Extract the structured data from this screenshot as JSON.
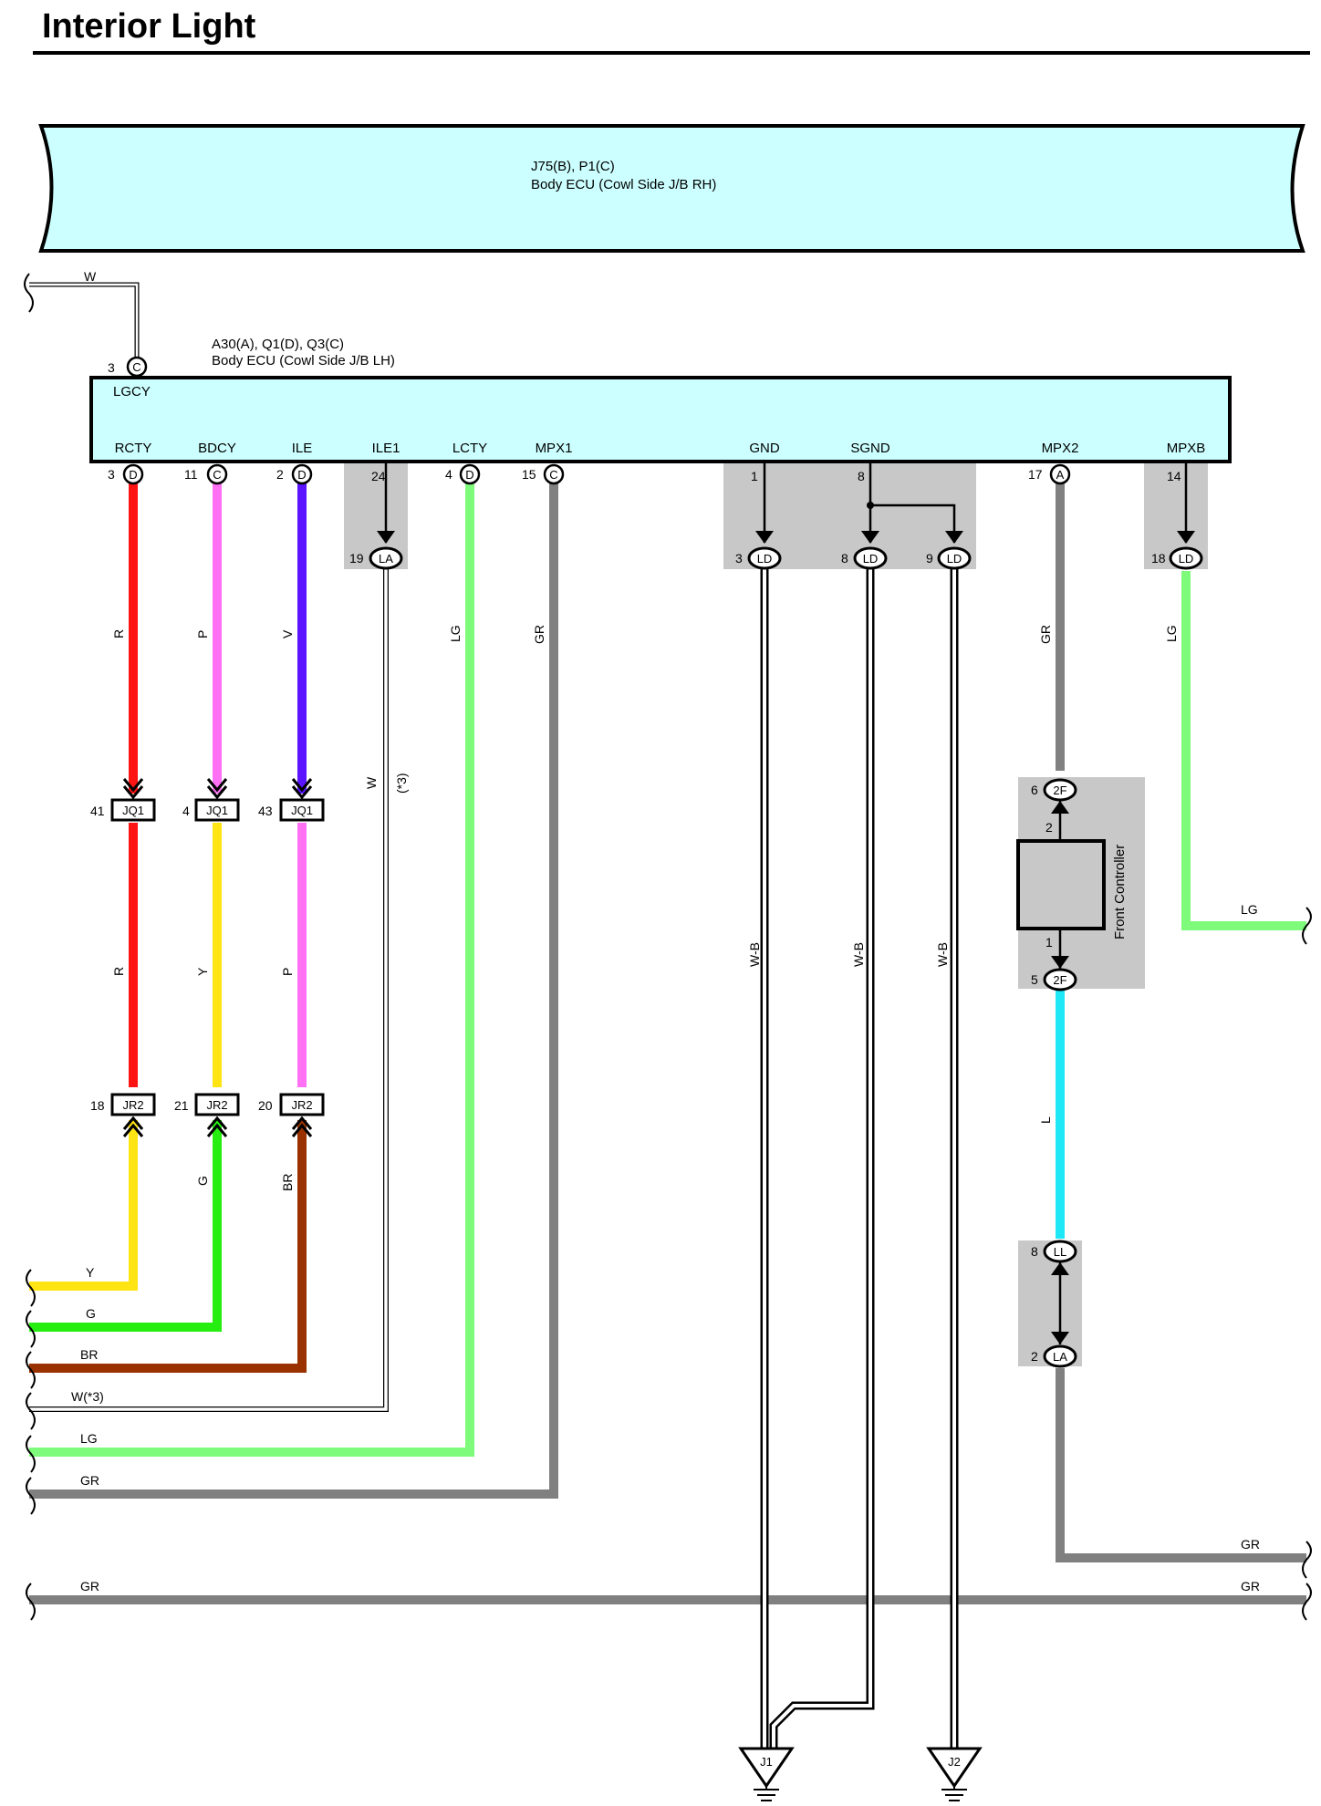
{
  "title": "Interior Light",
  "colors": {
    "R": "#ff1414",
    "P": "#ff70f5",
    "V": "#5a14ff",
    "Y": "#ffe414",
    "G": "#26ee10",
    "BR": "#9a3200",
    "LG": "#7efb7a",
    "GR": "#808080",
    "L": "#1ee8f5",
    "ecu_fill": "#ccffff",
    "shade": "#c8c8c8"
  },
  "ecu_rh": {
    "code": "J75(B), P1(C)",
    "name": "Body ECU (Cowl Side J/B RH)"
  },
  "ecu_lh": {
    "code": "A30(A), Q1(D), Q3(C)",
    "name": "Body ECU (Cowl Side J/B LH)",
    "lgcy_pin": "3",
    "lgcy_conn": "C",
    "lgcy_label": "LGCY",
    "terminals": [
      {
        "label": "RCTY",
        "pin": "3",
        "conn": "D"
      },
      {
        "label": "BDCY",
        "pin": "11",
        "conn": "C"
      },
      {
        "label": "ILE",
        "pin": "2",
        "conn": "D"
      },
      {
        "label": "ILE1",
        "pin": "",
        "conn": ""
      },
      {
        "label": "LCTY",
        "pin": "4",
        "conn": "D"
      },
      {
        "label": "MPX1",
        "pin": "15",
        "conn": "C"
      },
      {
        "label": "GND",
        "pin": "",
        "conn": ""
      },
      {
        "label": "SGND",
        "pin": "",
        "conn": ""
      },
      {
        "label": "MPX2",
        "pin": "17",
        "conn": "A"
      },
      {
        "label": "MPXB",
        "pin": "",
        "conn": ""
      }
    ]
  },
  "top_wire_w": "W",
  "ile1": {
    "in_pin": "24",
    "out_pin": "19",
    "conn": "LA"
  },
  "gnd": {
    "in_pin": "1",
    "out_pin": "3",
    "conn": "LD"
  },
  "sgnd": {
    "in_pin": "8",
    "out_a_pin": "8",
    "out_b_pin": "9",
    "conn": "LD"
  },
  "mpxb": {
    "in_pin": "14",
    "out_pin": "18",
    "conn": "LD"
  },
  "wire_codes": {
    "rcty_top": "R",
    "bdcy_top": "P",
    "ile_top": "V",
    "lcty": "LG",
    "mpx1": "GR",
    "ile1": "W",
    "ile1_note": "(*3)",
    "mpx2": "GR",
    "mpxb": "LG",
    "rcty_mid": "R",
    "bdcy_mid": "Y",
    "ile_mid": "P",
    "bdcy_bot": "G",
    "ile_bot": "BR",
    "gnd": "W-B",
    "sgnd": "W-B",
    "sgnd2": "W-B",
    "fc_out": "L",
    "mpxb_right": "LG"
  },
  "jq1": [
    {
      "pin": "41",
      "label": "JQ1"
    },
    {
      "pin": "4",
      "label": "JQ1"
    },
    {
      "pin": "43",
      "label": "JQ1"
    }
  ],
  "jr2": [
    {
      "pin": "18",
      "label": "JR2"
    },
    {
      "pin": "21",
      "label": "JR2"
    },
    {
      "pin": "20",
      "label": "JR2"
    }
  ],
  "front_controller": {
    "name": "Front Controller",
    "in_conn_pin": "6",
    "in_conn": "2F",
    "in_term": "2",
    "out_term": "1",
    "out_conn_pin": "5",
    "out_conn": "2F"
  },
  "ll_la": {
    "ll_pin": "8",
    "ll": "LL",
    "la_pin": "2",
    "la": "LA"
  },
  "left_bus": [
    "Y",
    "G",
    "BR",
    "W(*3)",
    "LG",
    "GR"
  ],
  "bottom_gr_left": "GR",
  "right_gr_1": "GR",
  "right_gr_2": "GR",
  "grounds": [
    "J1",
    "J2"
  ]
}
